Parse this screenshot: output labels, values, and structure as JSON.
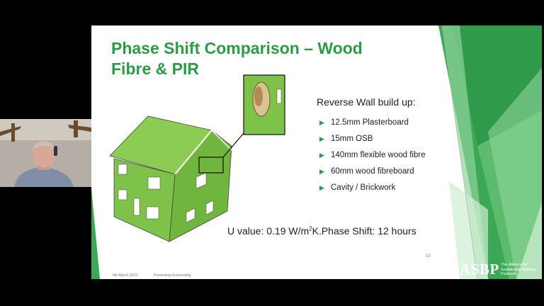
{
  "slide": {
    "title": "Phase Shift Comparison – Wood Fibre & PIR",
    "build_up_heading": "Reverse Wall build up:",
    "layers": [
      "12.5mm Plasterboard",
      "15mm OSB",
      "140mm flexible wood fibre",
      "60mm wood fibreboard",
      "Cavity / Brickwork"
    ],
    "u_value_prefix": "U value: 0.19 W/m",
    "u_value_sup": "2",
    "u_value_suffix": "K.",
    "phase_shift": "Phase Shift: 12 hours",
    "page_number": "10",
    "footer_date": "6th March 2019",
    "footer_title": "Preventing Overheating",
    "logo_text": "ASBP",
    "logo_sub": "The Alliance for Sustainable Building Products"
  },
  "colors": {
    "accent": "#2d9a48",
    "house_green": "#7ec24a",
    "background": "#000000"
  },
  "icons": [
    "bullet-arrow-icon",
    "house-illustration",
    "person-webcam"
  ]
}
